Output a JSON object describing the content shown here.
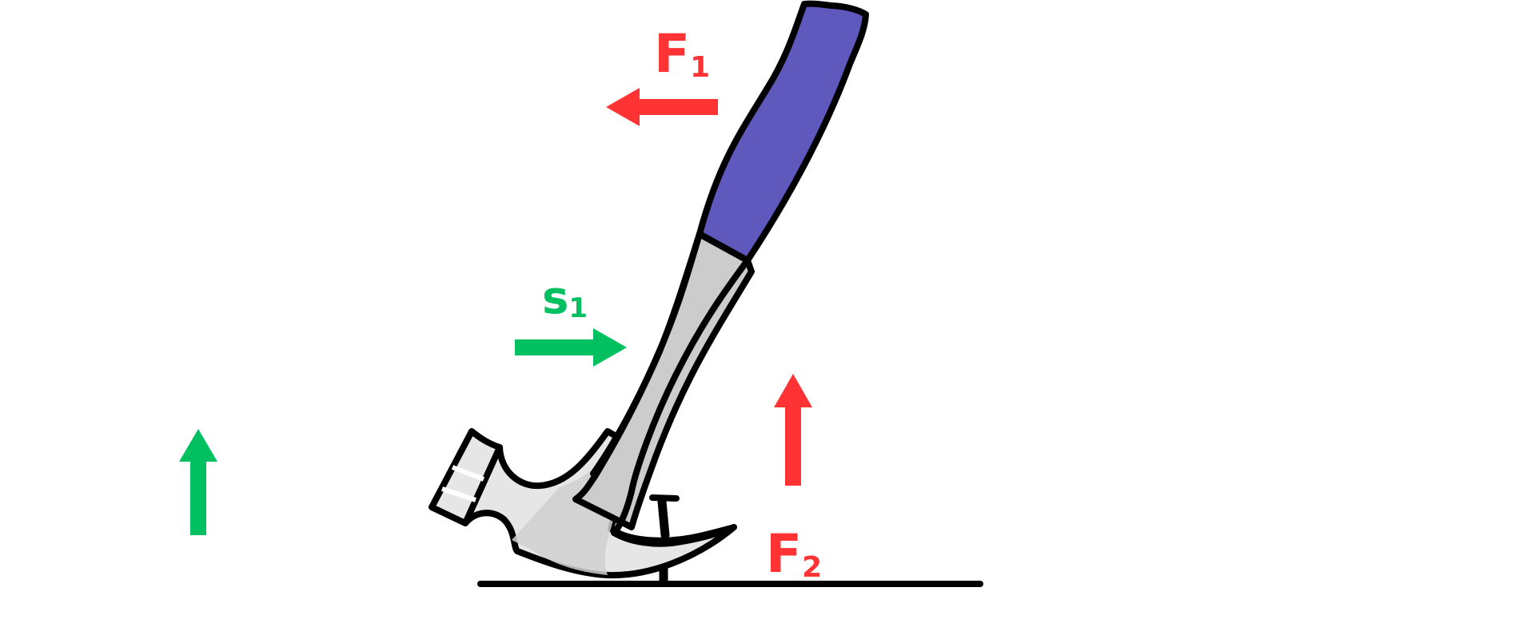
{
  "labels": {
    "f1": {
      "main": "F",
      "sub": "1"
    },
    "s1": {
      "main": "s",
      "sub": "1"
    },
    "f2": {
      "main": "F",
      "sub": "2"
    }
  },
  "colors": {
    "force": "#ff3333",
    "distance": "#00c060",
    "handle_grip": "#5f58bd",
    "handle_body": "#cccccc",
    "head_light": "#e6e6e6",
    "head_shade": "#cfcfcf",
    "outline": "#000000"
  },
  "icons": {
    "f1_arrow": "arrow-left",
    "s1_arrow": "arrow-right",
    "f2_arrow": "arrow-up",
    "left_arrow": "arrow-up"
  }
}
